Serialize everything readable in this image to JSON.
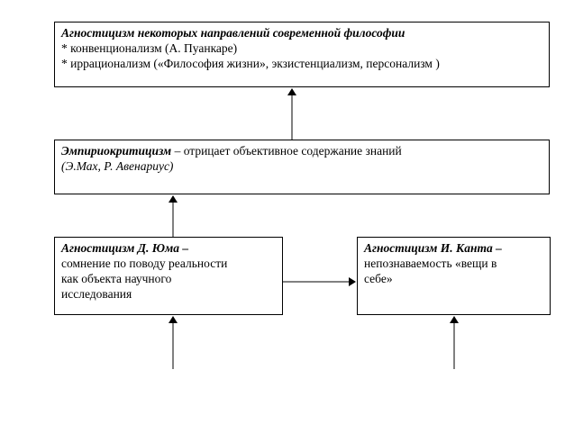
{
  "top": {
    "title": "Агностицизм некоторых направлений современной философии",
    "item1": "*  конвенционализм  (А. Пуанкаре)",
    "item2": "*  иррационализм  («Философия жизни», экзистенциализм, персонализм )"
  },
  "mid": {
    "title": "Эмпириокритицизм",
    "rest": " – отрицает объективное содержание знаний",
    "authors": "(Э.Мах, Р. Авенариус)"
  },
  "hume": {
    "title": "Агностицизм Д. Юма –",
    "line1": "сомнение по поводу реальности",
    "line2": "как объекта научного",
    "line3": "исследования"
  },
  "kant": {
    "title": "Агностицизм И. Канта –",
    "line1": "непознаваемость «вещи в",
    "line2": "себе»"
  },
  "colors": {
    "line": "#000000",
    "background": "#ffffff"
  }
}
